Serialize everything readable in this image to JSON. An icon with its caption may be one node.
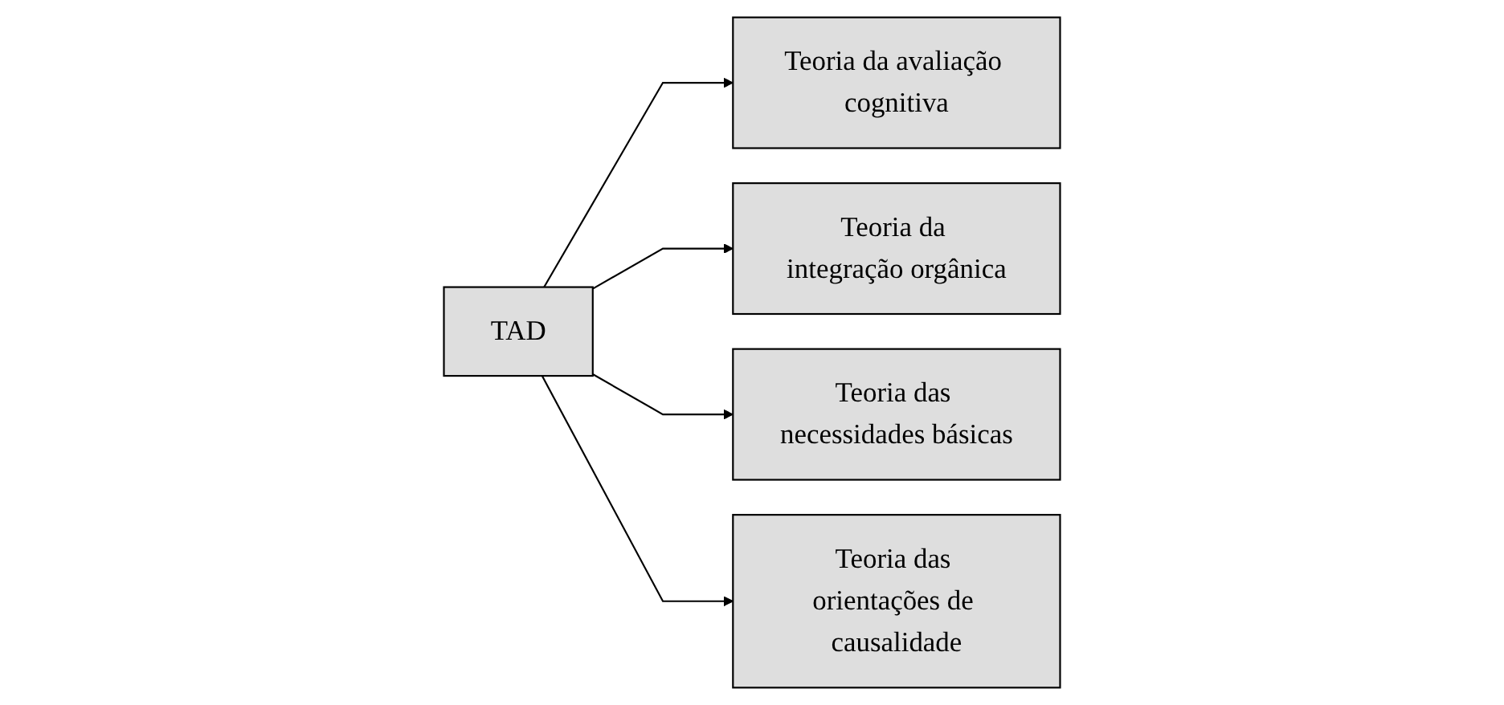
{
  "diagram": {
    "nodes": [
      {
        "text": [
          "TAD"
        ]
      },
      {
        "text": [
          "Teoria da avaliação cognitiva"
        ]
      },
      {
        "text": [
          "Teoria da integração orgânica"
        ]
      },
      {
        "text": [
          "Teoria das necessidades básicas"
        ]
      },
      {
        "text": [
          "Teoria das orientações de causalidade"
        ]
      }
    ],
    "edges": [
      {
        "from": 0,
        "to": 1,
        "arrow": "to"
      },
      {
        "from": 0,
        "to": 2,
        "arrow": "to"
      },
      {
        "from": 0,
        "to": 3,
        "arrow": "to"
      },
      {
        "from": 0,
        "to": 4,
        "arrow": "to"
      }
    ]
  }
}
